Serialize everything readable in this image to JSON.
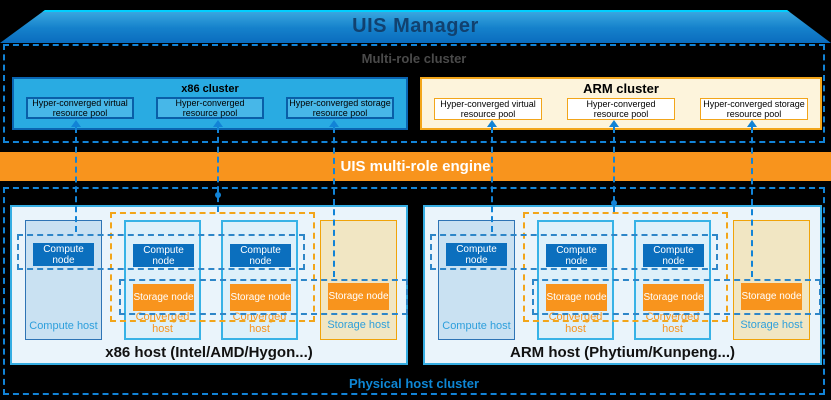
{
  "banner": {
    "title": "UIS Manager"
  },
  "multi_role_cluster": {
    "label": "Multi-role cluster",
    "x86_cluster": {
      "title": "x86 cluster",
      "pools": {
        "virtual": "Hyper-converged virtual resource pool",
        "generic": "Hyper-converged resource pool",
        "storage": "Hyper-converged storage resource pool"
      }
    },
    "arm_cluster": {
      "title": "ARM cluster",
      "pools": {
        "virtual": "Hyper-converged virtual resource pool",
        "generic": "Hyper-converged resource pool",
        "storage": "Hyper-converged storage resource pool"
      }
    }
  },
  "engine": {
    "label": "UIS multi-role engine"
  },
  "physical_host_cluster": {
    "label": "Physical host cluster",
    "x86_host": {
      "title": "x86 host (Intel/AMD/Hygon...)"
    },
    "arm_host": {
      "title": "ARM host (Phytium/Kunpeng...)"
    },
    "labels": {
      "compute_host": "Compute host",
      "converged_host": "Converged host",
      "storage_host": "Storage host",
      "compute_node": "Compute node",
      "storage_node": "Storage node"
    }
  },
  "colors": {
    "background": "#000000",
    "banner_gradient_top": "#3DABE2",
    "banner_gradient_bottom": "#0A6CBE",
    "banner_highlight": "#00CFFF",
    "dashed_blue": "#1283D6",
    "x86_cluster_fill": "#29ABE2",
    "x86_pool_fill": "#47B7E8",
    "arm_cluster_fill": "#FDF4DC",
    "engine_orange": "#F8941D",
    "compute_node_blue": "#0B6FBE",
    "storage_node_orange": "#F8941D",
    "host_fill": "#EAF4FB",
    "compute_host_fill": "#C9E1F2",
    "converged_host_fill": "#DDF0FA",
    "storage_host_fill": "#F1E6C3"
  }
}
